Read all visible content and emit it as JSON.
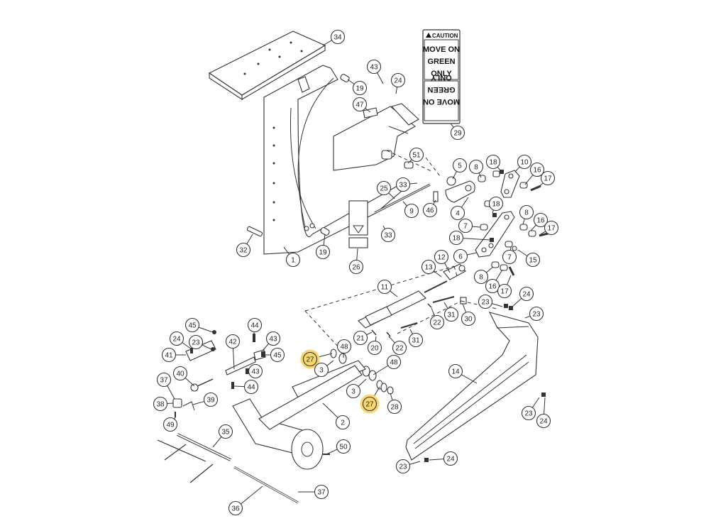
{
  "sign": {
    "header": "CAUTION",
    "lines": [
      "MOVE ON",
      "GREEN",
      "ONLY"
    ]
  },
  "colors": {
    "highlight": "#f5d76e",
    "line": "#333333",
    "callout_fill": "#ffffff"
  },
  "callouts": [
    {
      "id": "c34",
      "label": "34"
    },
    {
      "id": "c43a",
      "label": "43"
    },
    {
      "id": "c24a",
      "label": "24"
    },
    {
      "id": "c19a",
      "label": "19"
    },
    {
      "id": "c47",
      "label": "47"
    },
    {
      "id": "c29",
      "label": "29"
    },
    {
      "id": "c51",
      "label": "51"
    },
    {
      "id": "c5",
      "label": "5"
    },
    {
      "id": "c8a",
      "label": "8"
    },
    {
      "id": "c18a",
      "label": "18"
    },
    {
      "id": "c10",
      "label": "10"
    },
    {
      "id": "c16a",
      "label": "16"
    },
    {
      "id": "c17a",
      "label": "17"
    },
    {
      "id": "c33a",
      "label": "33"
    },
    {
      "id": "c25",
      "label": "25"
    },
    {
      "id": "c9",
      "label": "9"
    },
    {
      "id": "c46",
      "label": "46"
    },
    {
      "id": "c4",
      "label": "4"
    },
    {
      "id": "c18b",
      "label": "18"
    },
    {
      "id": "c33b",
      "label": "33"
    },
    {
      "id": "c8b",
      "label": "8"
    },
    {
      "id": "c16b",
      "label": "16"
    },
    {
      "id": "c17b",
      "label": "17"
    },
    {
      "id": "c7a",
      "label": "7"
    },
    {
      "id": "c18c",
      "label": "18"
    },
    {
      "id": "c32",
      "label": "32"
    },
    {
      "id": "c19b",
      "label": "19"
    },
    {
      "id": "c1",
      "label": "1"
    },
    {
      "id": "c26",
      "label": "26"
    },
    {
      "id": "c6",
      "label": "6"
    },
    {
      "id": "c7b",
      "label": "7"
    },
    {
      "id": "c15",
      "label": "15"
    },
    {
      "id": "c12",
      "label": "12"
    },
    {
      "id": "c13",
      "label": "13"
    },
    {
      "id": "c8c",
      "label": "8"
    },
    {
      "id": "c16c",
      "label": "16"
    },
    {
      "id": "c17c",
      "label": "17"
    },
    {
      "id": "c11",
      "label": "11"
    },
    {
      "id": "c24b",
      "label": "24"
    },
    {
      "id": "c23a",
      "label": "23"
    },
    {
      "id": "c23b",
      "label": "23"
    },
    {
      "id": "c31a",
      "label": "31"
    },
    {
      "id": "c30",
      "label": "30"
    },
    {
      "id": "c22a",
      "label": "22"
    },
    {
      "id": "c21",
      "label": "21"
    },
    {
      "id": "c20",
      "label": "20"
    },
    {
      "id": "c22b",
      "label": "22"
    },
    {
      "id": "c31b",
      "label": "31"
    },
    {
      "id": "c45a",
      "label": "45"
    },
    {
      "id": "c44a",
      "label": "44"
    },
    {
      "id": "c43b",
      "label": "43"
    },
    {
      "id": "c24c",
      "label": "24"
    },
    {
      "id": "c23c",
      "label": "23"
    },
    {
      "id": "c42",
      "label": "42"
    },
    {
      "id": "c45b",
      "label": "45"
    },
    {
      "id": "c41",
      "label": "41"
    },
    {
      "id": "c43c",
      "label": "43"
    },
    {
      "id": "c27a",
      "label": "27",
      "highlight": true
    },
    {
      "id": "c48a",
      "label": "48"
    },
    {
      "id": "c3a",
      "label": "3"
    },
    {
      "id": "c48b",
      "label": "48"
    },
    {
      "id": "c40",
      "label": "40"
    },
    {
      "id": "c44b",
      "label": "44"
    },
    {
      "id": "c37a",
      "label": "37"
    },
    {
      "id": "c3b",
      "label": "3"
    },
    {
      "id": "c27b",
      "label": "27",
      "highlight": true
    },
    {
      "id": "c28",
      "label": "28"
    },
    {
      "id": "c14",
      "label": "14"
    },
    {
      "id": "c38",
      "label": "38"
    },
    {
      "id": "c39",
      "label": "39"
    },
    {
      "id": "c49",
      "label": "49"
    },
    {
      "id": "c2",
      "label": "2"
    },
    {
      "id": "c23d",
      "label": "23"
    },
    {
      "id": "c24d",
      "label": "24"
    },
    {
      "id": "c35",
      "label": "35"
    },
    {
      "id": "c50",
      "label": "50"
    },
    {
      "id": "c24e",
      "label": "24"
    },
    {
      "id": "c23e",
      "label": "23"
    },
    {
      "id": "c37b",
      "label": "37"
    },
    {
      "id": "c36",
      "label": "36"
    }
  ]
}
